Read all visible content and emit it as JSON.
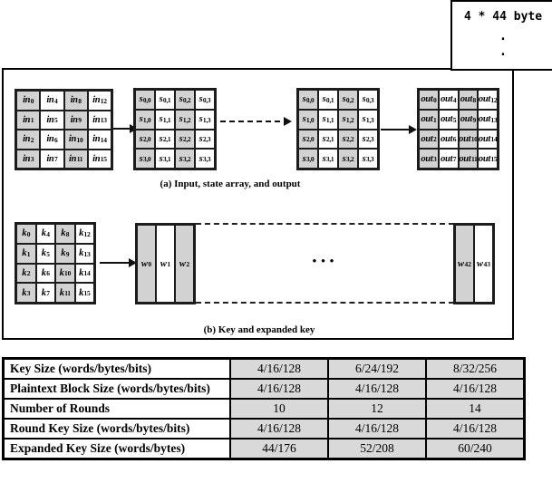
{
  "annotation": {
    "text": "4 * 44 byte",
    "dots": [
      ".",
      "."
    ]
  },
  "figure": {
    "caption_a": "(a) Input, state array, and output",
    "caption_b": "(b) Key and expanded key",
    "matrices": {
      "input": [
        [
          "in_0",
          "in_4",
          "in_8",
          "in_12"
        ],
        [
          "in_1",
          "in_5",
          "in_9",
          "in_13"
        ],
        [
          "in_2",
          "in_6",
          "in_10",
          "in_14"
        ],
        [
          "in_3",
          "in_7",
          "in_11",
          "in_15"
        ]
      ],
      "state1": [
        [
          "s_0,0",
          "s_0,1",
          "s_0,2",
          "s_0,3"
        ],
        [
          "s_1,0",
          "s_1,1",
          "s_1,2",
          "s_1,3"
        ],
        [
          "s_2,0",
          "s_2,1",
          "s_2,2",
          "s_2,3"
        ],
        [
          "s_3,0",
          "s_3,1",
          "s_3,2",
          "s_3,3"
        ]
      ],
      "state2": [
        [
          "s_0,0",
          "s_0,1",
          "s_0,2",
          "s_0,3"
        ],
        [
          "s_1,0",
          "s_1,1",
          "s_1,2",
          "s_1,3"
        ],
        [
          "s_2,0",
          "s_2,1",
          "s_2,2",
          "s_2,3"
        ],
        [
          "s_3,0",
          "s_3,1",
          "s_3,2",
          "s_3,3"
        ]
      ],
      "output": [
        [
          "out_0",
          "out_4",
          "out_8",
          "out_12"
        ],
        [
          "out_1",
          "out_5",
          "out_9",
          "out_13"
        ],
        [
          "out_2",
          "out_6",
          "out_10",
          "out_14"
        ],
        [
          "out_3",
          "out_7",
          "out_11",
          "out_15"
        ]
      ],
      "key": [
        [
          "k_0",
          "k_4",
          "k_8",
          "k_12"
        ],
        [
          "k_1",
          "k_5",
          "k_9",
          "k_13"
        ],
        [
          "k_2",
          "k_6",
          "k_10",
          "k_14"
        ],
        [
          "k_3",
          "k_7",
          "k_11",
          "k_15"
        ]
      ]
    },
    "expanded_key": {
      "left_cols": [
        "w_0",
        "w_1",
        "w_2"
      ],
      "right_cols": [
        "w_42",
        "w_43"
      ],
      "ellipsis": "•••"
    }
  },
  "table": {
    "rows": [
      {
        "label": "Key Size (words/bytes/bits)",
        "values": [
          "4/16/128",
          "6/24/192",
          "8/32/256"
        ]
      },
      {
        "label": "Plaintext Block Size (words/bytes/bits)",
        "values": [
          "4/16/128",
          "4/16/128",
          "4/16/128"
        ]
      },
      {
        "label": "Number of Rounds",
        "values": [
          "10",
          "12",
          "14"
        ]
      },
      {
        "label": "Round Key Size (words/bytes/bits)",
        "values": [
          "4/16/128",
          "4/16/128",
          "4/16/128"
        ]
      },
      {
        "label": "Expanded Key Size (words/bytes)",
        "values": [
          "44/176",
          "52/208",
          "60/240"
        ]
      }
    ]
  },
  "colors": {
    "matrix_gray": "#d2d2d2",
    "table_gray": "#d9d9d9",
    "border": "#000000"
  }
}
